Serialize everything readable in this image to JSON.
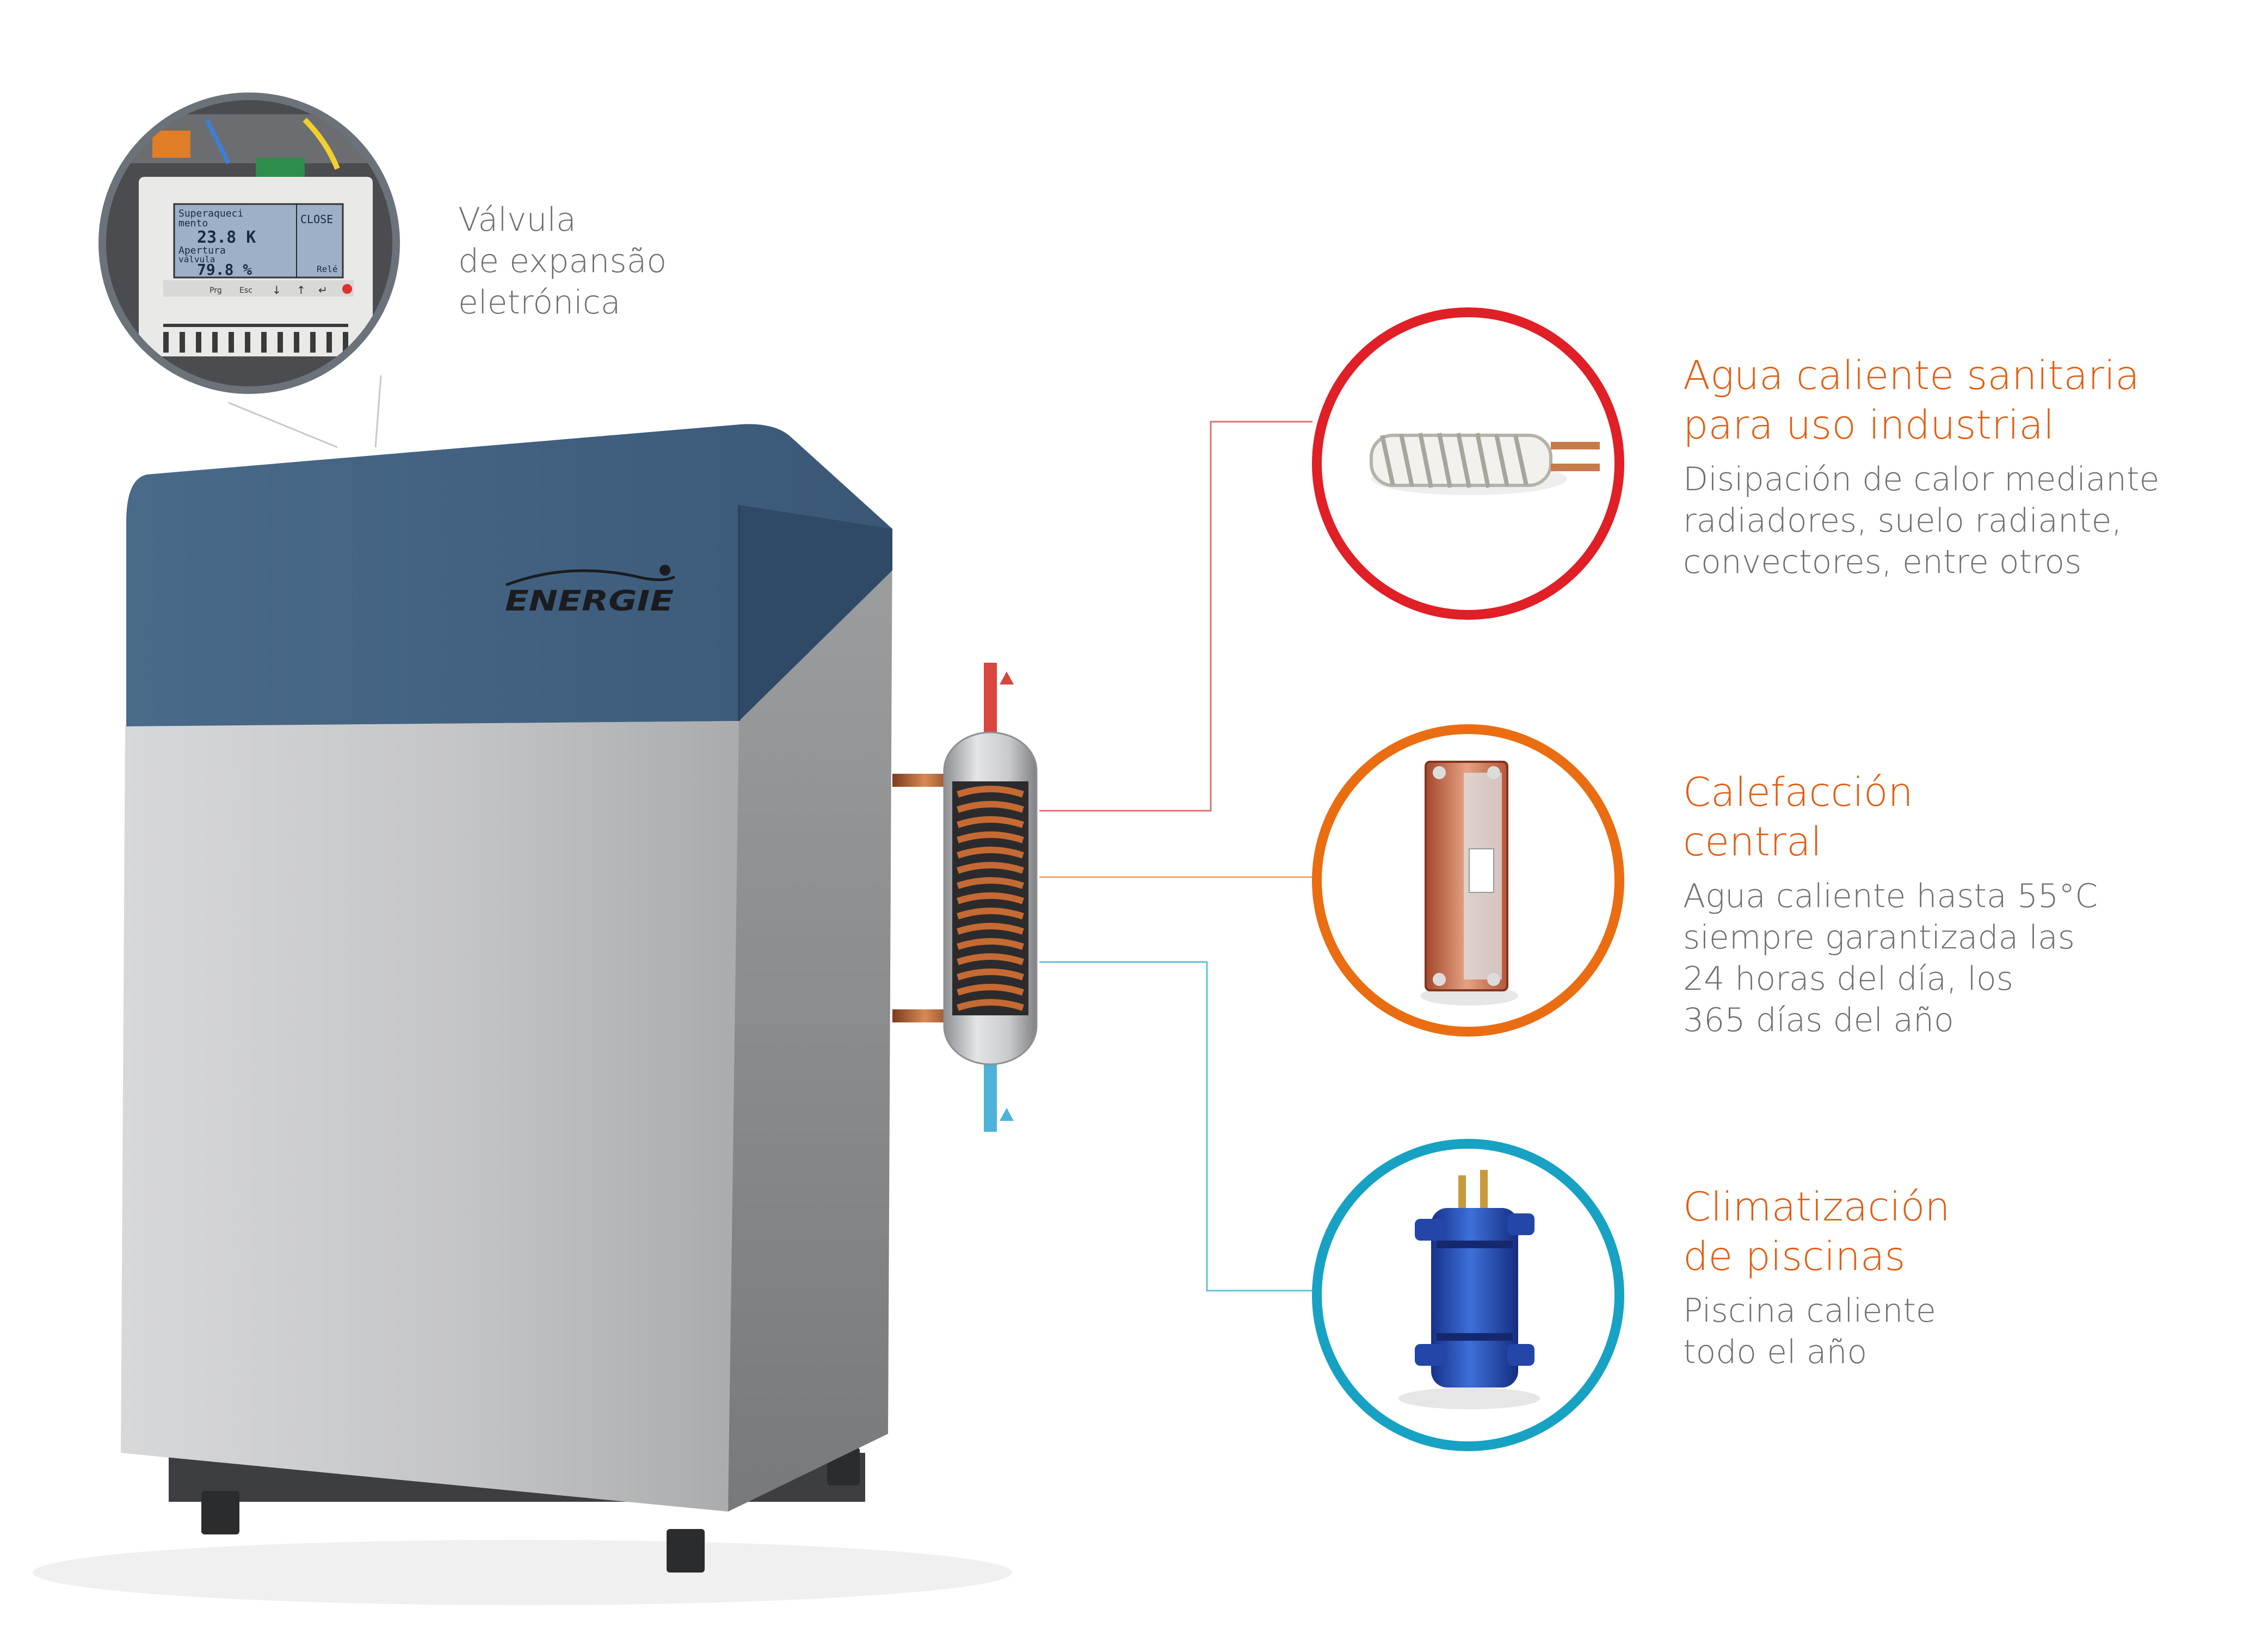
{
  "colors": {
    "accent_orange": "#e8650f",
    "ring_red": "#e01f26",
    "ring_orange": "#ea6d12",
    "ring_cyan": "#17a2c3",
    "cabinet_top": "#3f5f7e",
    "cabinet_body": "#b9bbbd",
    "text_gray": "#6d6f73"
  },
  "zoom": {
    "caption_lines": [
      "Válvula",
      "de expansão",
      "eletrónica"
    ],
    "display": {
      "line1": "Superaqueci",
      "line2": "mento",
      "value1": "23.8 K",
      "line3": "Apertura",
      "line4": "válvula",
      "value2": "79.8 %",
      "box_label": "CLOSE",
      "status_label": "Relé",
      "btn_prg": "Prg",
      "btn_esc": "Esc"
    }
  },
  "unit": {
    "brand": "ENERGIE"
  },
  "features": [
    {
      "icon": "electric-heating-coil-icon",
      "title_lines": [
        "Agua caliente sanitaria",
        "para uso industrial"
      ],
      "desc_lines": [
        "Disipación de calor mediante",
        "radiadores, suelo radiante,",
        "convectores, entre otros"
      ]
    },
    {
      "icon": "plate-heat-exchanger-icon",
      "title_lines": [
        "Calefacción",
        "central"
      ],
      "desc_lines": [
        "Agua caliente hasta 55°C",
        "siempre garantizada las",
        "24 horas del día, los",
        "365 días del año"
      ]
    },
    {
      "icon": "pool-heat-exchanger-icon",
      "title_lines": [
        "Climatización",
        "de piscinas"
      ],
      "desc_lines": [
        "Piscina caliente",
        "todo el año"
      ]
    }
  ]
}
